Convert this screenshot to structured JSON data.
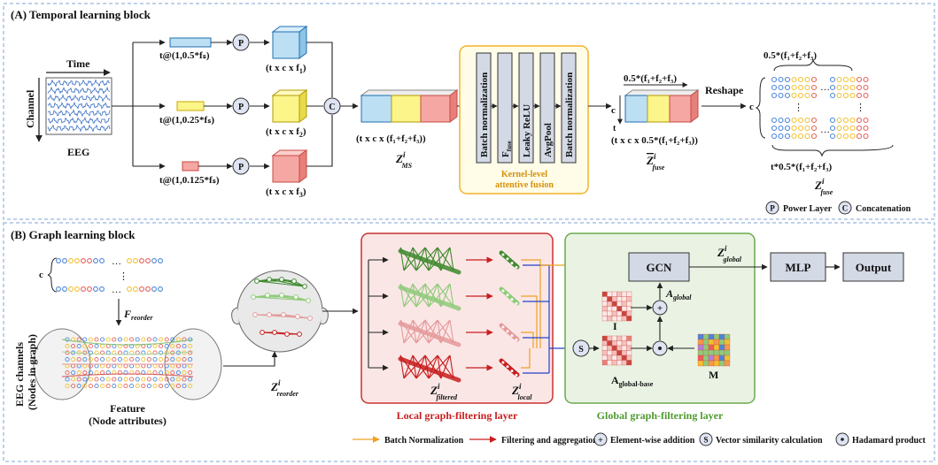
{
  "panel_a": {
    "title": "(A) Temporal learning block",
    "eeg": {
      "time": "Time",
      "channel": "Channel",
      "name": "EEG"
    },
    "branches": [
      {
        "filter": "t@(1,0.5*fₛ)",
        "dim_main": "(t x c x f",
        "dim_sub": "1",
        "dim_end": ")"
      },
      {
        "filter": "t@(1,0.25*fₛ)",
        "dim_main": "(t x c x f",
        "dim_sub": "2",
        "dim_end": ")"
      },
      {
        "filter": "t@(1,0.125*fₛ)",
        "dim_main": "(t x c x f",
        "dim_sub": "3",
        "dim_end": ")"
      }
    ],
    "p_symbol": "P",
    "c_symbol": "C",
    "concat_dim": "(t x c x (f₁+f₂+f₃))",
    "z_ms": {
      "base": "Z",
      "sup": "i",
      "sub": "MS"
    },
    "kernel_layers": [
      "Batch normalization",
      "F_fuse",
      "Leaky ReLU",
      "AvgPool",
      "Batch normalization"
    ],
    "kernel_caption_1": "Kernel-level",
    "kernel_caption_2": "attentive fusion",
    "fuse_top": "0.5*(f₁+f₂+f₃)",
    "fuse_c": "c",
    "fuse_t": "t",
    "fuse_dim": "(t x c x 0.5*(f₁+f₂+f₃))",
    "z_fuse_bar": {
      "base": "Z",
      "sup": "i",
      "sub": "fuse"
    },
    "reshape": "Reshape",
    "grid_top": "0.5*(f₁+f₂+f₃)",
    "grid_c": "c",
    "grid_bottom": "t*0.5*(f₁+f₂+f₃)",
    "z_fuse": {
      "base": "Z",
      "sup": "i",
      "sub": "fuse"
    },
    "legend": [
      {
        "sym": "P",
        "label": "Power Layer"
      },
      {
        "sym": "C",
        "label": "Concatenation"
      }
    ]
  },
  "panel_b": {
    "title": "(B) Graph learning block",
    "c_label": "c",
    "f_reorder": {
      "base": "F",
      "sub": "reorder"
    },
    "eeg_channels_1": "EEG channels",
    "eeg_channels_2": "(Nodes in graph)",
    "feature_1": "Feature",
    "feature_2": "(Node attributes)",
    "z_reorder": {
      "base": "Z",
      "sup": "i",
      "sub": "reorder"
    },
    "z_filtered": {
      "base": "Z",
      "sup": "i",
      "sub": "filtered"
    },
    "z_local": {
      "base": "Z",
      "sup": "i",
      "sub": "local"
    },
    "local_title": "Local graph-filtering layer",
    "global_title": "Global graph-filtering layer",
    "gcn": "GCN",
    "z_global": {
      "base": "Z",
      "sup": "i",
      "sub": "global"
    },
    "a_global": {
      "base": "A",
      "sub": "global"
    },
    "a_global_base": {
      "base": "A",
      "sub": "global-base"
    },
    "i_label": "I",
    "m_label": "M",
    "plus": "+",
    "s_symbol": "S",
    "mlp": "MLP",
    "output": "Output",
    "legend": [
      {
        "kind": "line",
        "color": "#f0a020",
        "label": "Batch Normalization"
      },
      {
        "kind": "line",
        "color": "#c81e1e",
        "label": "Filtering and aggregation"
      },
      {
        "kind": "sym",
        "sym": "+",
        "label": "Element-wise addition"
      },
      {
        "kind": "sym",
        "sym": "S",
        "label": "Vector similarity calculation"
      },
      {
        "kind": "sym",
        "sym": "•",
        "label": "Hadamard product"
      }
    ]
  },
  "colors": {
    "blue": "#bcdff3",
    "yellow": "#fbf58a",
    "red": "#f5a7a3",
    "panel_border": "#7fa3d4",
    "local_fill": "#fbe6e6",
    "local_border": "#c83232",
    "global_fill": "#eaf3e3",
    "global_border": "#6aaa4e",
    "kernel_border": "#f0b429"
  }
}
